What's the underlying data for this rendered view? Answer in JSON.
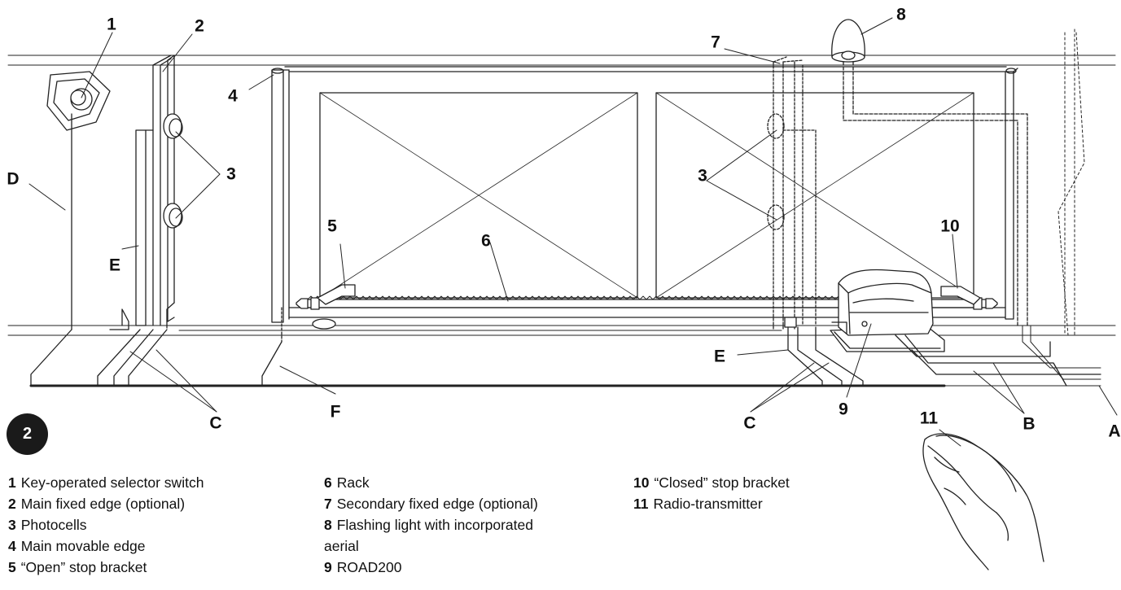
{
  "figure_number": "2",
  "callouts": {
    "n1": "1",
    "n2": "2",
    "n3a": "3",
    "n3b": "3",
    "n4": "4",
    "n5": "5",
    "n6": "6",
    "n7": "7",
    "n8": "8",
    "n9": "9",
    "n10": "10",
    "n11": "11",
    "A": "A",
    "B": "B",
    "C1": "C",
    "C2": "C",
    "D": "D",
    "E1": "E",
    "E2": "E",
    "F": "F"
  },
  "legend": {
    "col1": [
      {
        "num": "1",
        "text": "Key-operated selector switch"
      },
      {
        "num": "2",
        "text": "Main fixed edge (optional)"
      },
      {
        "num": "3",
        "text": "Photocells"
      },
      {
        "num": "4",
        "text": "Main movable edge"
      },
      {
        "num": "5",
        "text": "“Open” stop bracket"
      }
    ],
    "col2": [
      {
        "num": "6",
        "text": "Rack"
      },
      {
        "num": "7",
        "text": "Secondary fixed edge (optional)"
      },
      {
        "num": "8",
        "text": "Flashing light with incorporated",
        "text2": "aerial"
      },
      {
        "num": "9",
        "text": "ROAD200"
      }
    ],
    "col3": [
      {
        "num": "10",
        "text": "“Closed” stop bracket"
      },
      {
        "num": "11",
        "text": "Radio-transmitter"
      }
    ]
  }
}
